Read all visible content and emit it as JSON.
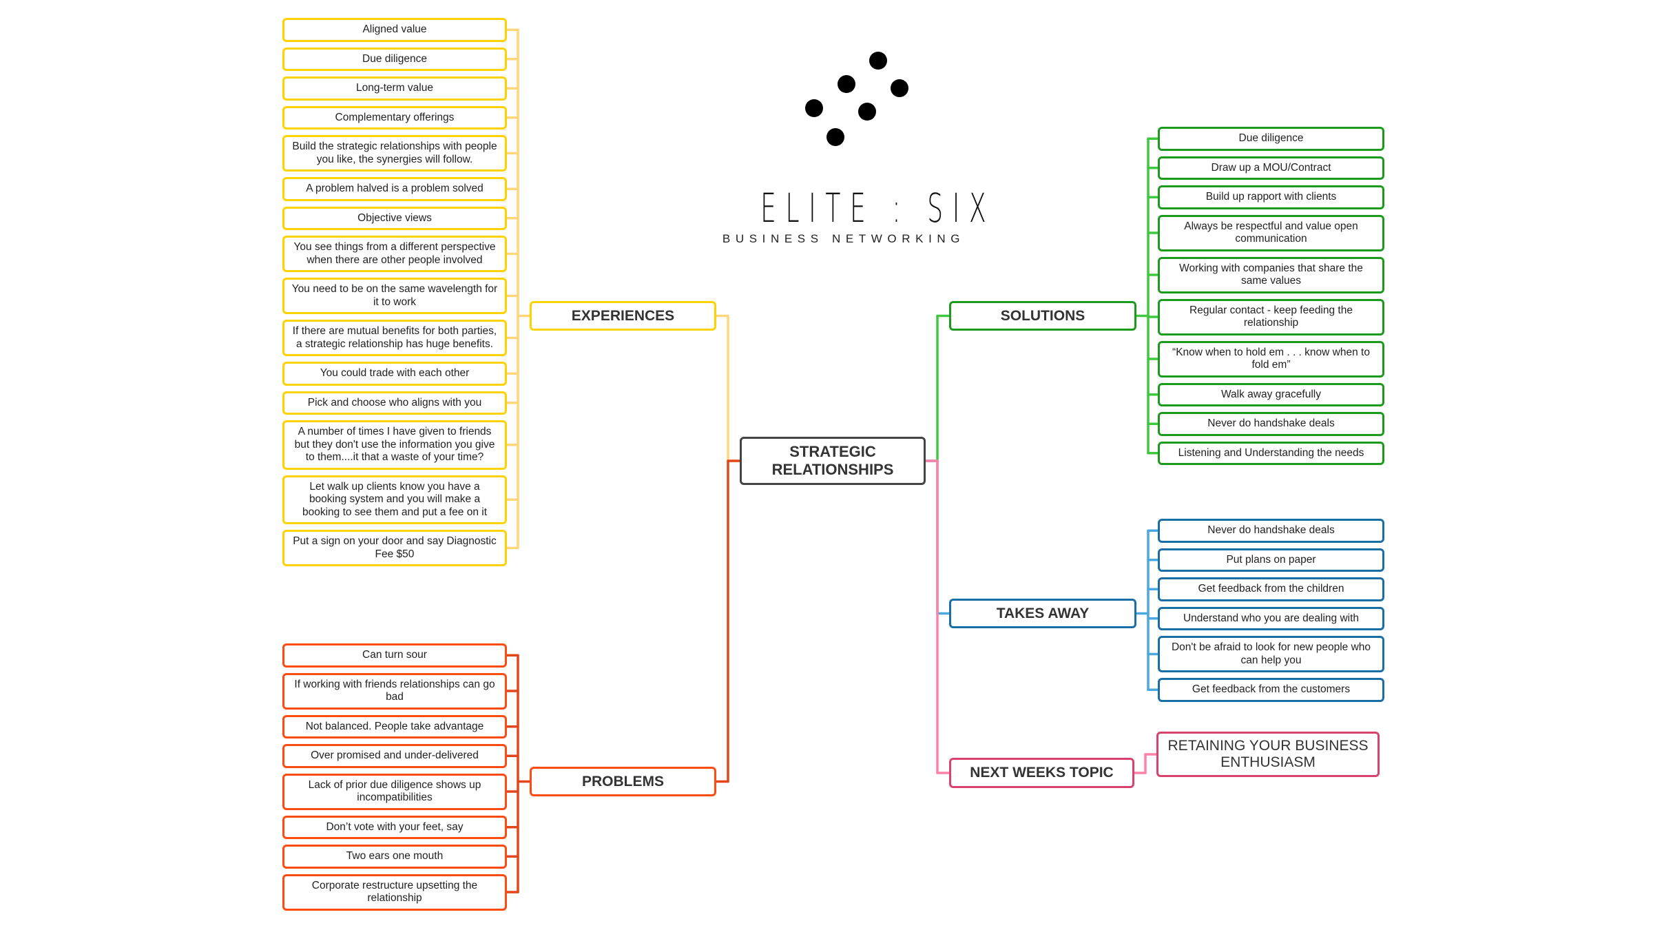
{
  "logo": {
    "brand": "ELITE : SIX",
    "tagline": "BUSINESS NETWORKING"
  },
  "center": {
    "label": "STRATEGIC RELATIONSHIPS"
  },
  "colors": {
    "experiences": "#FFD200",
    "experiences_line": "#FFD77A",
    "problems": "#FF4A12",
    "problems_line": "#E2461A",
    "solutions": "#1C9A1C",
    "solutions_line": "#3FC83F",
    "takes_away": "#1A6EA6",
    "takes_away_line": "#4BA8E0",
    "next": "#D9416E",
    "next_line": "#FF82A8",
    "center": "#444444"
  },
  "experiences": {
    "label": "EXPERIENCES",
    "items": [
      "Aligned value",
      "Due diligence",
      "Long-term value",
      "Complementary offerings",
      "Build the strategic relationships with people you like, the synergies will follow.",
      "A problem halved is a problem solved",
      "Objective views",
      "You see things from a different perspective when there are other people involved",
      "You need to be on the same wavelength for it to work",
      "If there are mutual benefits for both parties, a strategic relationship has huge benefits.",
      "You could trade with each other",
      "Pick and choose who aligns with you",
      "A number of times I have given to friends but they don't use the information you give to them....it that a waste of your time?",
      "Let walk up clients know you have a booking system and you will make a booking to see them and put a fee on it",
      "Put a sign on  your door and say Diagnostic Fee $50"
    ]
  },
  "problems": {
    "label": "PROBLEMS",
    "items": [
      "Can turn sour",
      "If working with friends relationships can go bad",
      "Not balanced. People take advantage",
      "Over promised and under-delivered",
      "Lack of prior due diligence shows up incompatibilities",
      "Don’t vote with your feet, say",
      "Two ears one mouth",
      "Corporate restructure upsetting the relationship"
    ]
  },
  "solutions": {
    "label": "SOLUTIONS",
    "items": [
      "Due diligence",
      "Draw up a MOU/Contract",
      "Build up rapport with clients",
      "Always be respectful and value open communication",
      "Working with companies that share the same values",
      "Regular contact - keep feeding the relationship",
      "“Know when to hold em . . . know when to fold em”",
      "Walk away gracefully",
      "Never do handshake deals",
      "Listening and Understanding the needs"
    ]
  },
  "takes_away": {
    "label": "TAKES AWAY",
    "items": [
      "Never do handshake deals",
      "Put plans on paper",
      "Get feedback from the children",
      "Understand who you are dealing with",
      "Don't be afraid to look for new people who can help you",
      "Get feedback from the customers"
    ]
  },
  "next_weeks": {
    "label": "NEXT WEEKS TOPIC",
    "topic": "RETAINING YOUR BUSINESS ENTHUSIASM"
  }
}
